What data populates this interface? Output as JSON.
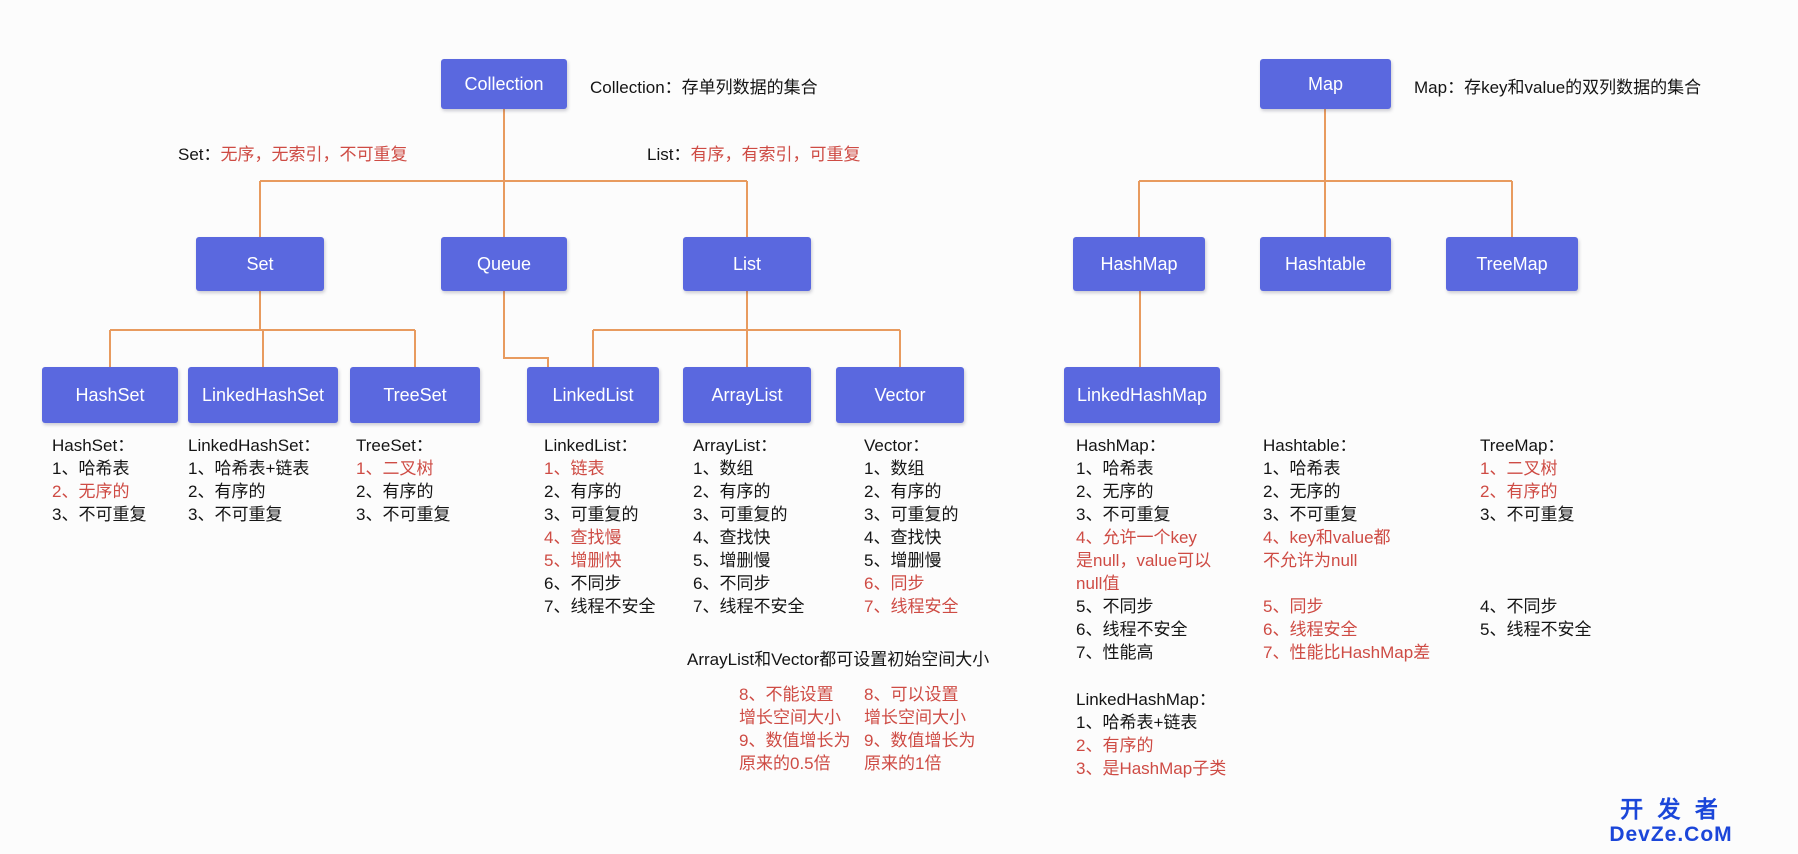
{
  "colors": {
    "bg": "#fcfcfc",
    "box": "#5A68DF",
    "line": "#E89B5F",
    "red": "#CE4B44",
    "text": "#141414",
    "watermark": "#1B46D9"
  },
  "nodes": {
    "collection": "Collection",
    "set": "Set",
    "queue": "Queue",
    "list": "List",
    "hashset": "HashSet",
    "linkedhashset": "LinkedHashSet",
    "treeset": "TreeSet",
    "linkedlist": "LinkedList",
    "arraylist": "ArrayList",
    "vector": "Vector",
    "map": "Map",
    "hashmap": "HashMap",
    "hashtable": "Hashtable",
    "treemap": "TreeMap",
    "linkedhashmap": "LinkedHashMap"
  },
  "captions": {
    "collection": "Collection：存单列数据的集合",
    "map": "Map：存key和value的双列数据的集合",
    "shared_note": "ArrayList和Vector都可设置初始空间大小"
  },
  "labels": {
    "set": [
      {
        "t": "Set：",
        "red": false
      },
      {
        "t": "无序，无索引，不可重复",
        "red": true
      }
    ],
    "list": [
      {
        "t": "List：",
        "red": false
      },
      {
        "t": "有序，有索引，可重复",
        "red": true
      }
    ]
  },
  "lists": {
    "hashset": {
      "title": "HashSet：",
      "items": [
        {
          "t": "1、哈希表",
          "red": false
        },
        {
          "t": "2、无序的",
          "red": true
        },
        {
          "t": "3、不可重复",
          "red": false
        }
      ]
    },
    "linkedhashset": {
      "title": "LinkedHashSet：",
      "items": [
        {
          "t": "1、哈希表+链表",
          "red": false
        },
        {
          "t": "2、有序的",
          "red": false
        },
        {
          "t": "3、不可重复",
          "red": false
        }
      ]
    },
    "treeset": {
      "title": "TreeSet：",
      "items": [
        {
          "t": "1、二叉树",
          "red": true
        },
        {
          "t": "2、有序的",
          "red": false
        },
        {
          "t": "3、不可重复",
          "red": false
        }
      ]
    },
    "linkedlist": {
      "title": "LinkedList：",
      "items": [
        {
          "t": "1、链表",
          "red": true
        },
        {
          "t": "2、有序的",
          "red": false
        },
        {
          "t": "3、可重复的",
          "red": false
        },
        {
          "t": "4、查找慢",
          "red": true
        },
        {
          "t": "5、增删快",
          "red": true
        },
        {
          "t": "6、不同步",
          "red": false
        },
        {
          "t": "7、线程不安全",
          "red": false
        }
      ]
    },
    "arraylist": {
      "title": "ArrayList：",
      "items": [
        {
          "t": "1、数组",
          "red": false
        },
        {
          "t": "2、有序的",
          "red": false
        },
        {
          "t": "3、可重复的",
          "red": false
        },
        {
          "t": "4、查找快",
          "red": false
        },
        {
          "t": "5、增删慢",
          "red": false
        },
        {
          "t": "6、不同步",
          "red": false
        },
        {
          "t": "7、线程不安全",
          "red": false
        }
      ]
    },
    "vector": {
      "title": "Vector：",
      "items": [
        {
          "t": "1、数组",
          "red": false
        },
        {
          "t": "2、有序的",
          "red": false
        },
        {
          "t": "3、可重复的",
          "red": false
        },
        {
          "t": "4、查找快",
          "red": false
        },
        {
          "t": "5、增删慢",
          "red": false
        },
        {
          "t": "6、同步",
          "red": true
        },
        {
          "t": "7、线程安全",
          "red": true
        }
      ]
    },
    "arraylist_extra": {
      "items": [
        {
          "t": "8、不能设置",
          "red": true
        },
        {
          "t": "增长空间大小",
          "red": true
        },
        {
          "t": "9、数值增长为",
          "red": true
        },
        {
          "t": "原来的0.5倍",
          "red": true
        }
      ]
    },
    "vector_extra": {
      "items": [
        {
          "t": "8、可以设置",
          "red": true
        },
        {
          "t": "增长空间大小",
          "red": true
        },
        {
          "t": "9、数值增长为",
          "red": true
        },
        {
          "t": "原来的1倍",
          "red": true
        }
      ]
    },
    "hashmap": {
      "title": "HashMap：",
      "items": [
        {
          "t": "1、哈希表",
          "red": false
        },
        {
          "t": "2、无序的",
          "red": false
        },
        {
          "t": "3、不可重复",
          "red": false
        },
        {
          "t": "4、允许一个key",
          "red": true
        },
        {
          "t": "是null，value可以",
          "red": true
        },
        {
          "t": "null值",
          "red": true
        },
        {
          "t": "5、不同步",
          "red": false
        },
        {
          "t": "6、线程不安全",
          "red": false
        },
        {
          "t": "7、性能高",
          "red": false
        }
      ]
    },
    "hashtable_top": {
      "title": "Hashtable：",
      "items": [
        {
          "t": "1、哈希表",
          "red": false
        },
        {
          "t": "2、无序的",
          "red": false
        },
        {
          "t": "3、不可重复",
          "red": false
        },
        {
          "t": "4、key和value都",
          "red": true
        },
        {
          "t": "不允许为null",
          "red": true
        }
      ]
    },
    "hashtable_bottom": {
      "items": [
        {
          "t": "5、同步",
          "red": true
        },
        {
          "t": "6、线程安全",
          "red": true
        },
        {
          "t": "7、性能比HashMap差",
          "red": true
        }
      ]
    },
    "treemap_top": {
      "title": "TreeMap：",
      "items": [
        {
          "t": "1、二叉树",
          "red": true
        },
        {
          "t": "2、有序的",
          "red": true
        },
        {
          "t": "3、不可重复",
          "red": false
        }
      ]
    },
    "treemap_bottom": {
      "items": [
        {
          "t": "4、不同步",
          "red": false
        },
        {
          "t": "5、线程不安全",
          "red": false
        }
      ]
    },
    "linkedhashmap": {
      "title": "LinkedHashMap：",
      "items": [
        {
          "t": "1、哈希表+链表",
          "red": false
        },
        {
          "t": "2、有序的",
          "red": true
        },
        {
          "t": "3、是HashMap子类",
          "red": true
        }
      ]
    }
  },
  "watermark": {
    "line1": "开 发 者",
    "line2": "DevZe.CoM"
  }
}
